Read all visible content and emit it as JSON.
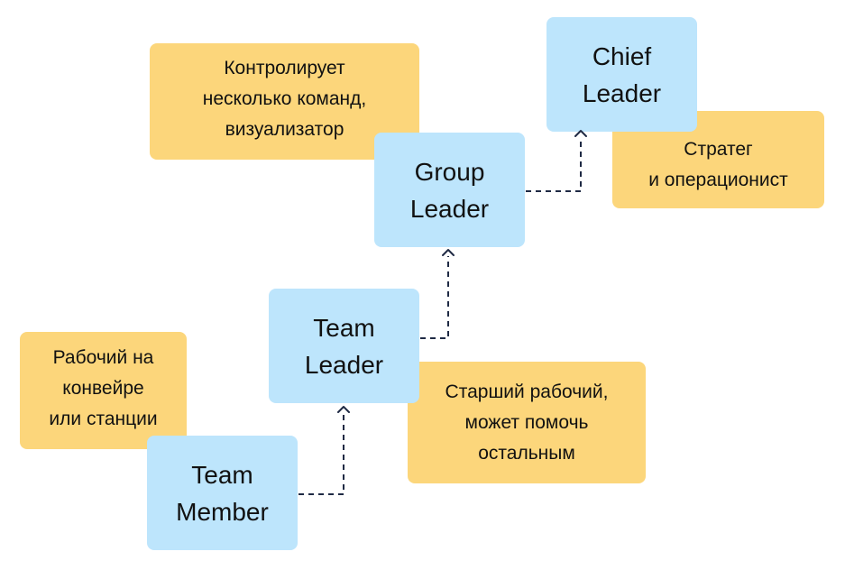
{
  "colors": {
    "role": "#bde5fc",
    "note": "#fcd67b",
    "connector": "#1f2a44"
  },
  "roles": {
    "chief": [
      "Chief",
      "Leader"
    ],
    "group": [
      "Group",
      "Leader"
    ],
    "team_leader": [
      "Team",
      "Leader"
    ],
    "team_member": [
      "Team",
      "Member"
    ]
  },
  "notes": {
    "chief": [
      "Стратег",
      "и операционист"
    ],
    "group": [
      "Контролирует",
      "несколько команд,",
      "визуализатор"
    ],
    "team_leader": [
      "Старший рабочий,",
      "может помочь",
      "остальным"
    ],
    "team_member": [
      "Рабочий на",
      "конвейре",
      "или станции"
    ]
  }
}
